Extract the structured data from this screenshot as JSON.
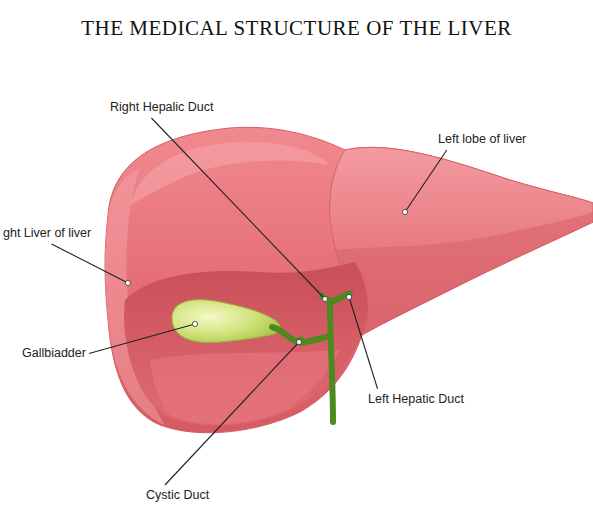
{
  "diagram": {
    "title": "THE MEDICAL STRUCTURE OF THE LIVER",
    "labels": [
      "Right Hepalic Duct",
      "Left lobe of liver",
      "ght Liver of liver",
      "Gallbiadder",
      "Left Hepatic Duct",
      "Cystic Duct"
    ]
  }
}
